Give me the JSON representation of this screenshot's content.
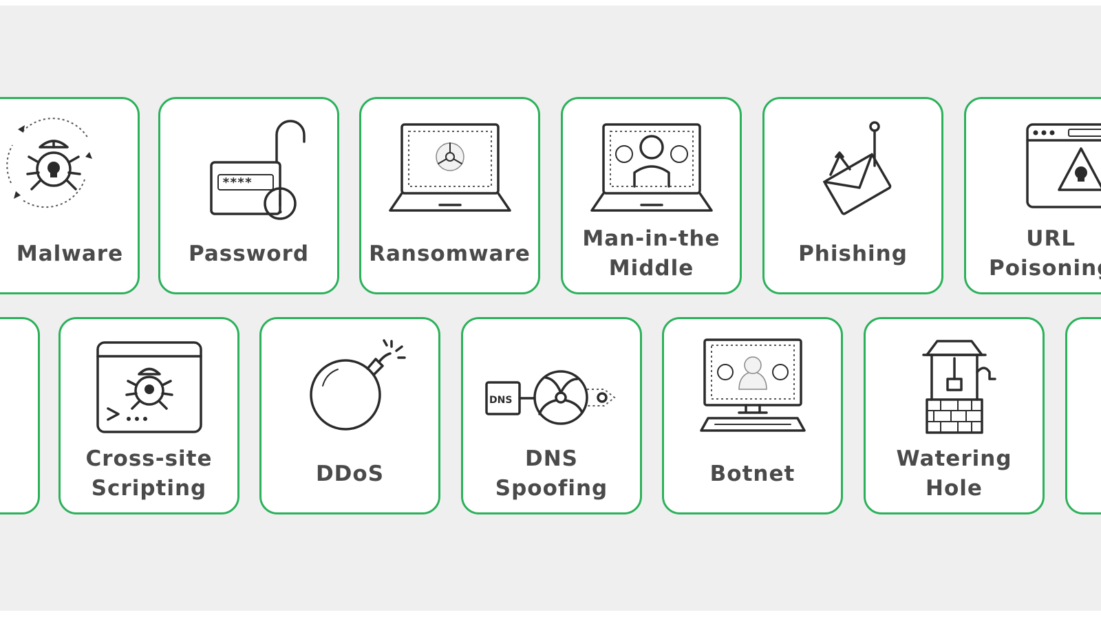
{
  "colors": {
    "accent": "#2bb15a",
    "background": "#efefef",
    "card": "#ffffff",
    "text": "#4a4a4a"
  },
  "attacks_row1": [
    {
      "label": "Malware",
      "icon": "virus-bug-icon"
    },
    {
      "label": "Password",
      "icon": "unlocked-padlock-icon"
    },
    {
      "label": "Ransomware",
      "icon": "laptop-biohazard-icon"
    },
    {
      "label": "Man-in-the\nMiddle",
      "icon": "laptop-person-icon"
    },
    {
      "label": "Phishing",
      "icon": "envelope-fishhook-icon"
    },
    {
      "label": "URL\nPoisoning",
      "icon": "browser-warning-icon"
    }
  ],
  "attacks_row2": [
    {
      "label": "",
      "icon": ""
    },
    {
      "label": "Cross-site\nScripting",
      "icon": "browser-bug-terminal-icon"
    },
    {
      "label": "DDoS",
      "icon": "bomb-icon"
    },
    {
      "label": "DNS\nSpoofing",
      "icon": "dns-biohazard-icon"
    },
    {
      "label": "Botnet",
      "icon": "computer-hacker-icon"
    },
    {
      "label": "Watering\nHole",
      "icon": "water-well-icon"
    },
    {
      "label": "",
      "icon": ""
    }
  ]
}
